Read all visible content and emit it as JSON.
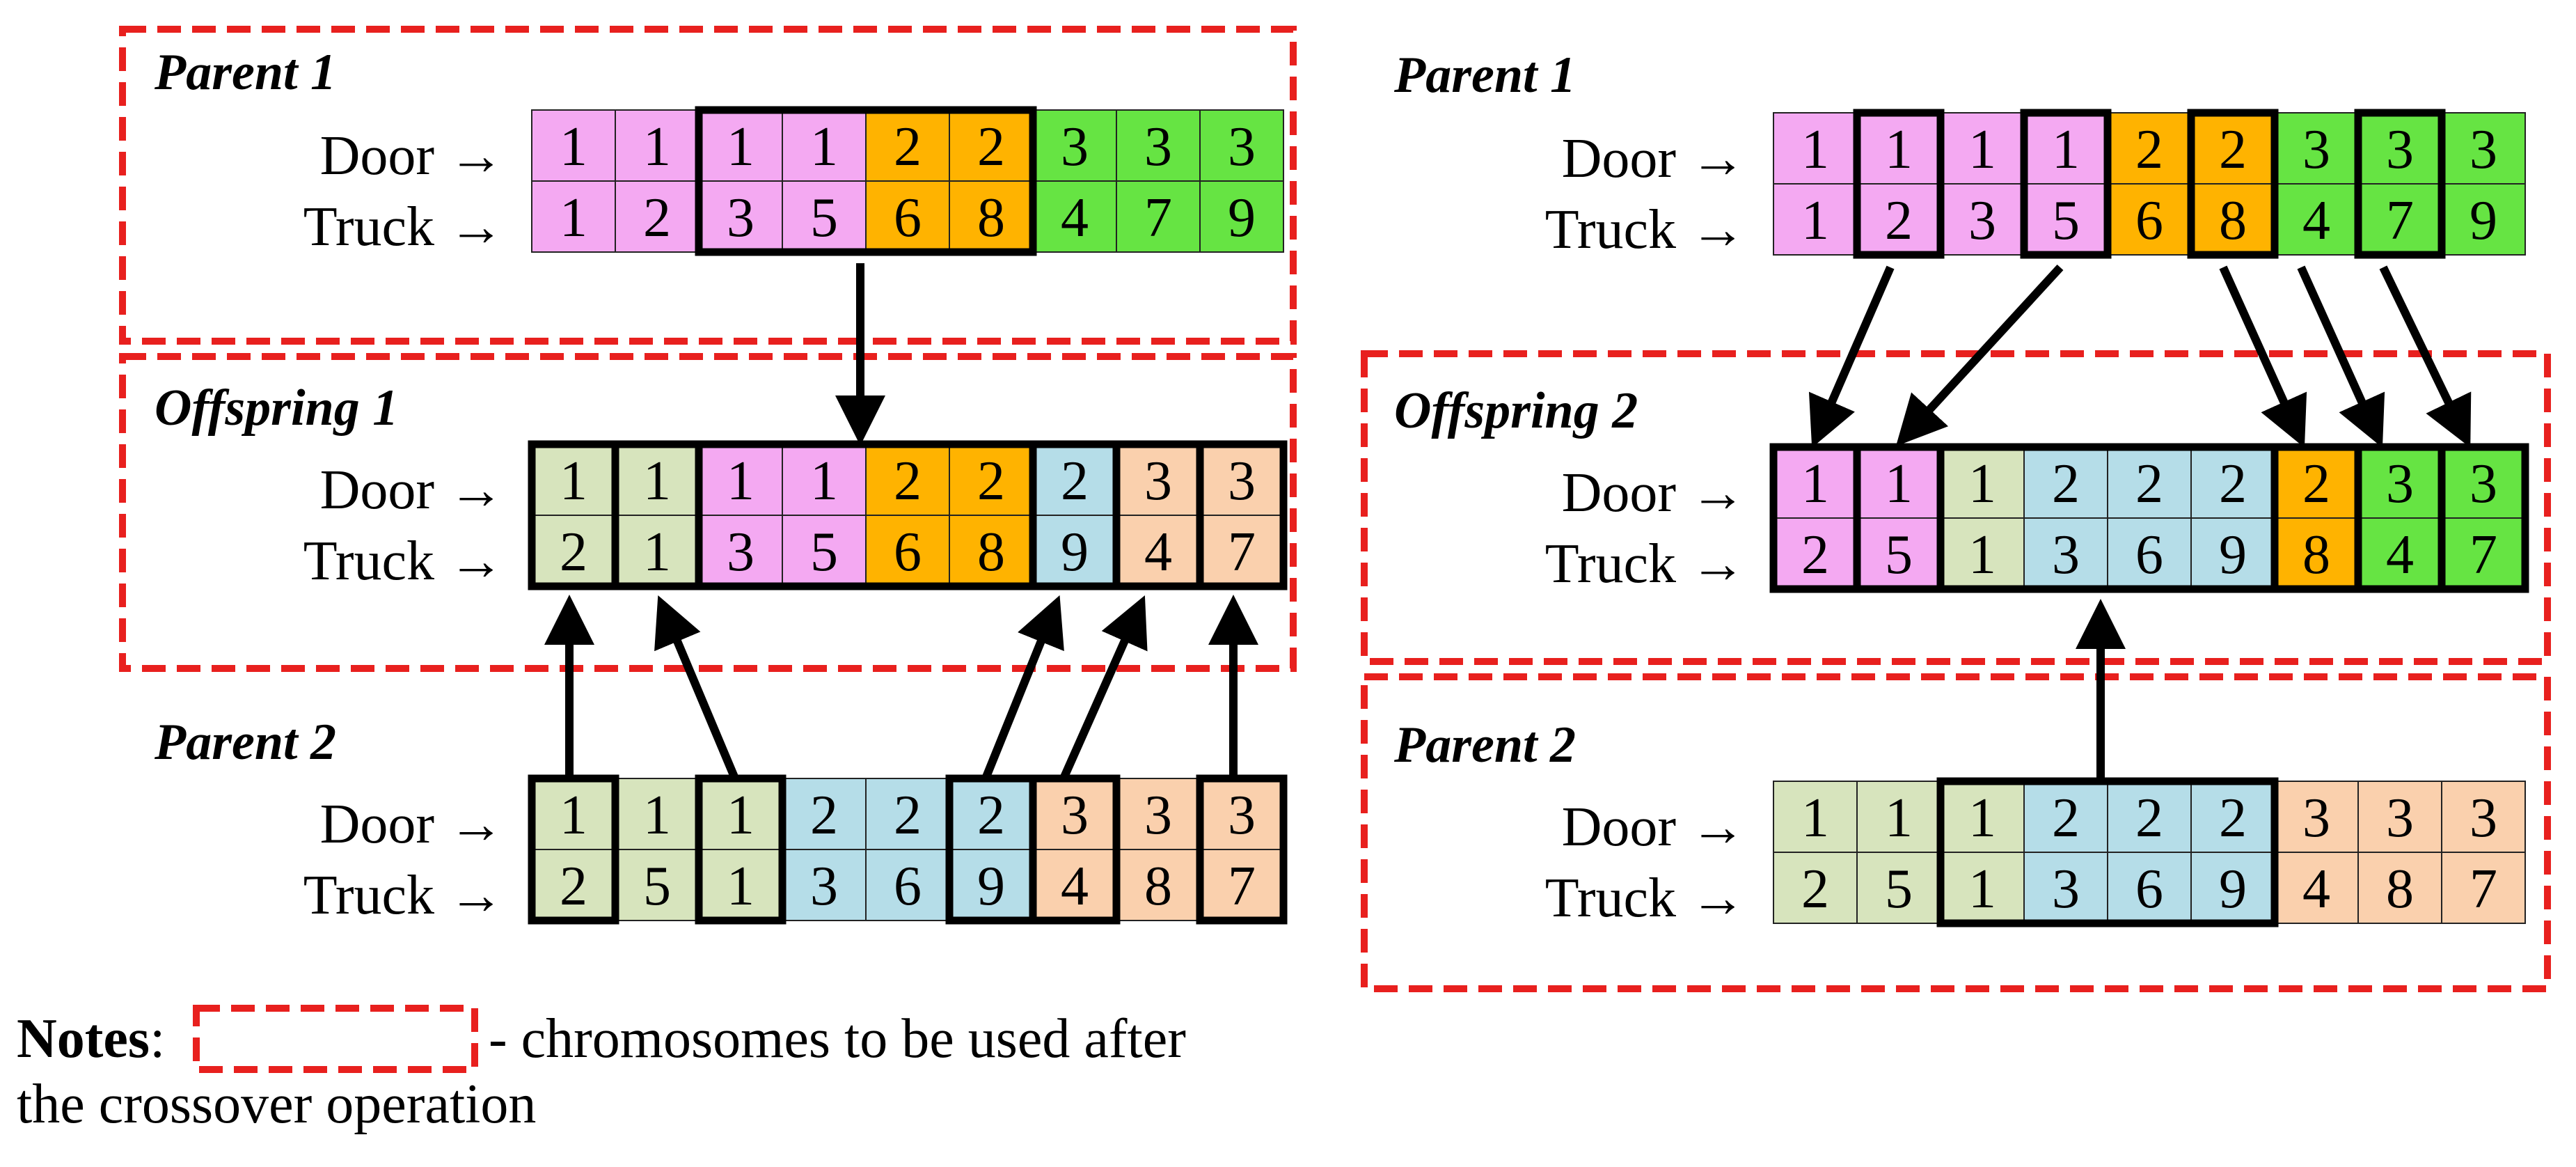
{
  "colors": {
    "pink": "#F4A9F2",
    "orange": "#FFB300",
    "green": "#66E443",
    "sage": "#D7E4BD",
    "blue": "#B5DDE8",
    "peach": "#FAD0AD",
    "dash": "#E8201E"
  },
  "labels": {
    "door": "Door →",
    "truck": "Truck →"
  },
  "left": {
    "parent1": {
      "title": "Parent 1",
      "door": [
        "1",
        "1",
        "1",
        "1",
        "2",
        "2",
        "3",
        "3",
        "3"
      ],
      "truck": [
        "1",
        "2",
        "3",
        "5",
        "6",
        "8",
        "4",
        "7",
        "9"
      ],
      "colors": [
        "pink",
        "pink",
        "pink",
        "pink",
        "orange",
        "orange",
        "green",
        "green",
        "green"
      ]
    },
    "offspring": {
      "title": "Offspring 1",
      "door": [
        "1",
        "1",
        "1",
        "1",
        "2",
        "2",
        "2",
        "3",
        "3"
      ],
      "truck": [
        "2",
        "1",
        "3",
        "5",
        "6",
        "8",
        "9",
        "4",
        "7"
      ],
      "colors": [
        "sage",
        "sage",
        "pink",
        "pink",
        "orange",
        "orange",
        "blue",
        "peach",
        "peach"
      ]
    },
    "parent2": {
      "title": "Parent 2",
      "door": [
        "1",
        "1",
        "1",
        "2",
        "2",
        "2",
        "3",
        "3",
        "3"
      ],
      "truck": [
        "2",
        "5",
        "1",
        "3",
        "6",
        "9",
        "4",
        "8",
        "7"
      ],
      "colors": [
        "sage",
        "sage",
        "sage",
        "blue",
        "blue",
        "blue",
        "peach",
        "peach",
        "peach"
      ]
    }
  },
  "right": {
    "parent1": {
      "title": "Parent 1",
      "door": [
        "1",
        "1",
        "1",
        "1",
        "2",
        "2",
        "3",
        "3",
        "3"
      ],
      "truck": [
        "1",
        "2",
        "3",
        "5",
        "6",
        "8",
        "4",
        "7",
        "9"
      ],
      "colors": [
        "pink",
        "pink",
        "pink",
        "pink",
        "orange",
        "orange",
        "green",
        "green",
        "green"
      ]
    },
    "offspring": {
      "title": "Offspring 2",
      "door": [
        "1",
        "1",
        "1",
        "2",
        "2",
        "2",
        "2",
        "3",
        "3"
      ],
      "truck": [
        "2",
        "5",
        "1",
        "3",
        "6",
        "9",
        "8",
        "4",
        "7"
      ],
      "colors": [
        "pink",
        "pink",
        "sage",
        "blue",
        "blue",
        "blue",
        "orange",
        "green",
        "green"
      ]
    },
    "parent2": {
      "title": "Parent 2",
      "door": [
        "1",
        "1",
        "1",
        "2",
        "2",
        "2",
        "3",
        "3",
        "3"
      ],
      "truck": [
        "2",
        "5",
        "1",
        "3",
        "6",
        "9",
        "4",
        "8",
        "7"
      ],
      "colors": [
        "sage",
        "sage",
        "sage",
        "blue",
        "blue",
        "blue",
        "peach",
        "peach",
        "peach"
      ]
    }
  },
  "notes": {
    "bold": "Notes",
    "colon": ":",
    "line1": "- chromosomes to be used after",
    "line2": "the crossover operation"
  }
}
